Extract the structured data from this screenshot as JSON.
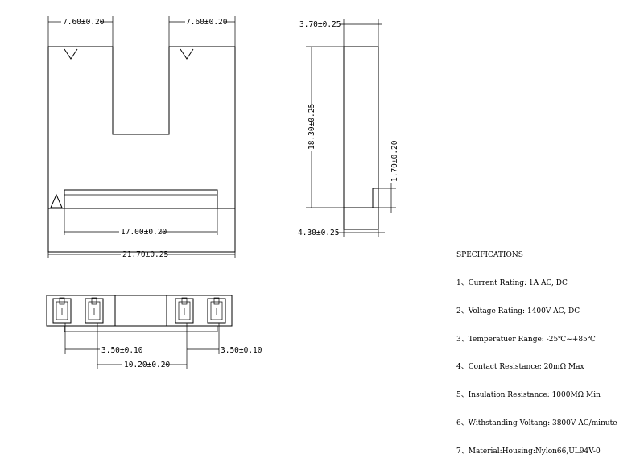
{
  "dimensions": {
    "top_left_width": "7.60±0.20",
    "top_right_width": "7.60±0.20",
    "pin_span": "17.00±0.20",
    "overall_width": "21.70±0.25",
    "side_thickness": "3.70±0.25",
    "side_height": "18.30±0.25",
    "side_step": "1.70±0.20",
    "side_base": "4.30±0.25",
    "contact_pitch_left": "3.50±0.10",
    "contact_pitch_right": "3.50±0.10",
    "contact_span": "10.20±0.20"
  },
  "specifications": {
    "title": "SPECIFICATIONS",
    "items": [
      "1、Current Rating: 1A AC, DC",
      "2、Voltage Rating: 1400V AC, DC",
      "3、Temperatuer Range: -25℃~+85℃",
      "4、Contact Resistance: 20mΩ Max",
      "5、Insulation Resistance: 1000MΩ Min",
      "6、Withstanding Voltang: 3800V AC/minute",
      "7、Material:Housing:Nylon66,UL94V-0"
    ]
  }
}
